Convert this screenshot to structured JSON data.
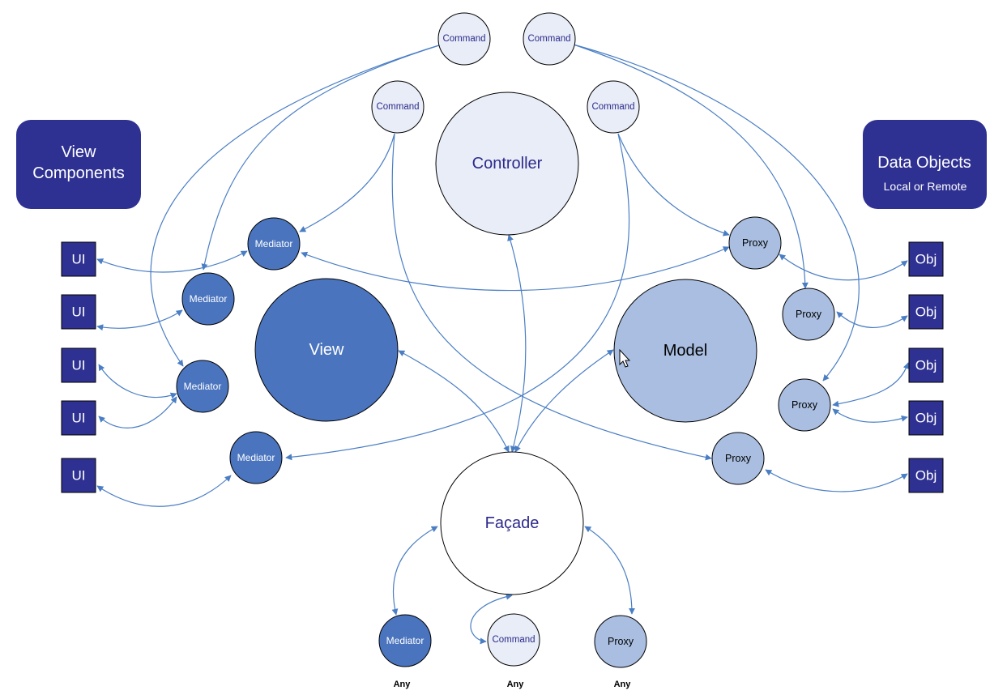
{
  "colors": {
    "dark_navy": "#2e3192",
    "mediator_blue": "#4a74be",
    "proxy_blue": "#a9bee0",
    "command_fill": "#e8edf7",
    "edge": "#4a7ec4",
    "label_blue": "#2e2a8c"
  },
  "boxes": {
    "view_components": "View Components",
    "data_objects": "Data Objects",
    "data_objects_sub": "Local or Remote"
  },
  "core": {
    "controller": "Controller",
    "view": "View",
    "model": "Model",
    "facade": "Façade"
  },
  "actors": {
    "command": "Command",
    "mediator": "Mediator",
    "proxy": "Proxy",
    "ui": "UI",
    "obj": "Obj"
  },
  "bottom_caption": "Any"
}
